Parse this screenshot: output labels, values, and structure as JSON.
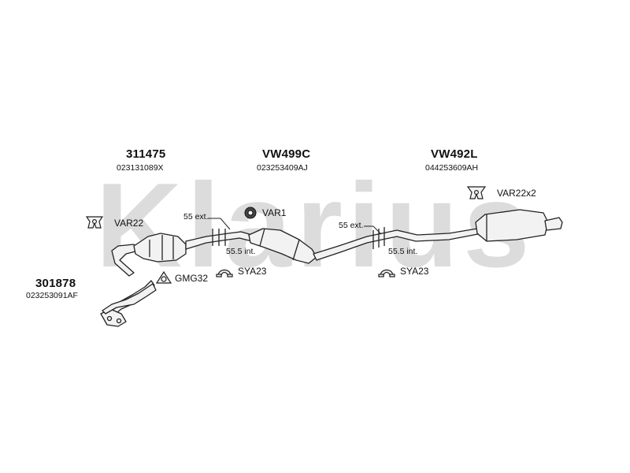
{
  "watermark": {
    "text": "Klarius",
    "color": "#dcdcdc"
  },
  "colors": {
    "line": "#222222",
    "pipe_fill": "#f2f2f2",
    "text": "#111111"
  },
  "parts": [
    {
      "number": "311475",
      "oem": "023131089X"
    },
    {
      "number": "VW499C",
      "oem": "023253409AJ"
    },
    {
      "number": "VW492L",
      "oem": "044253609AH"
    },
    {
      "number": "301878",
      "oem": "023253091AF"
    }
  ],
  "fittings": {
    "var22": "VAR22",
    "var1": "VAR1",
    "var22x2": "VAR22x2",
    "gmg32": "GMG32",
    "sya23_front": "SYA23",
    "sya23_rear": "SYA23"
  },
  "dimensions": {
    "front_ext": "55 ext.",
    "front_int": "55.5 int.",
    "rear_ext": "55 ext.",
    "rear_int": "55.5 int."
  },
  "icons": {
    "hanger": "rubber-hanger-icon",
    "ring": "rubber-ring-icon",
    "gasket": "gasket-icon",
    "clamp": "clamp-icon"
  }
}
